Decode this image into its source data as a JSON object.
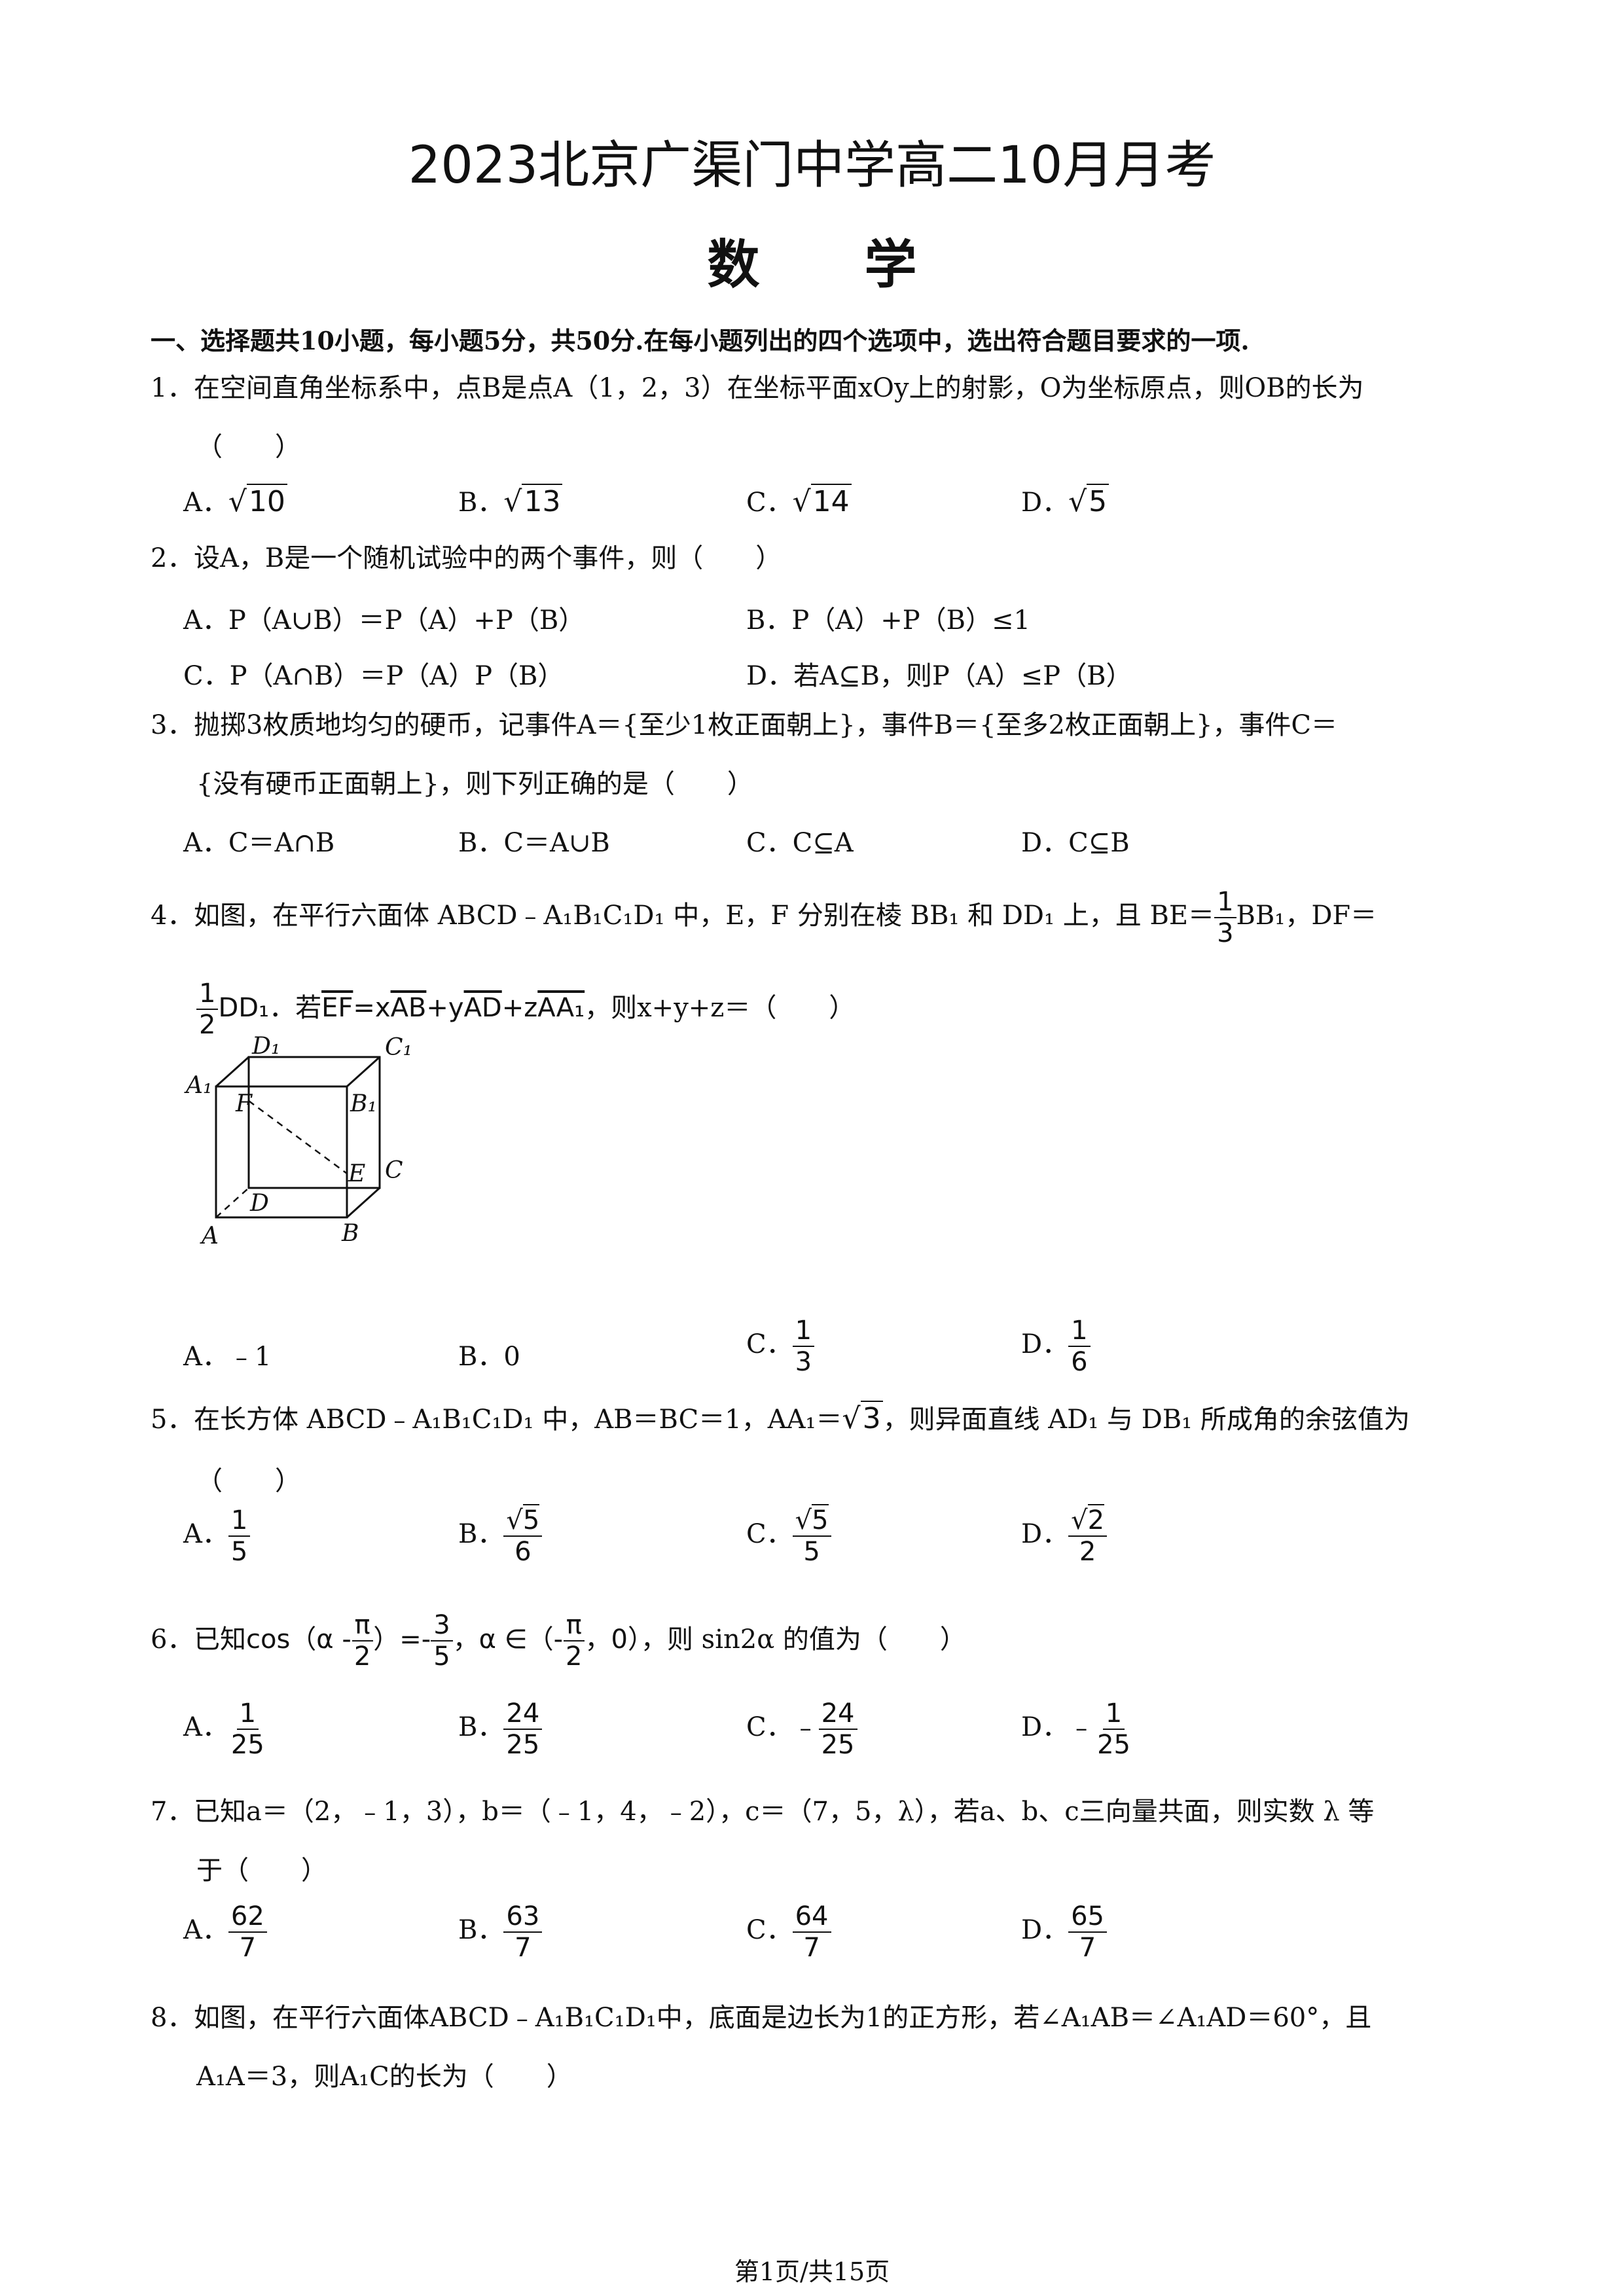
{
  "header": {
    "title": "2023北京广渠门中学高二10月月考",
    "subject": "数　　学"
  },
  "section1": {
    "heading": "一、选择题共10小题，每小题5分，共50分.在每小题列出的四个选项中，选出符合题目要求的一项."
  },
  "q1": {
    "num": "1．",
    "line1": "在空间直角坐标系中，点B是点A（1，2，3）在坐标平面xOy上的射影，O为坐标原点，则OB的长为",
    "line2": "（　　）",
    "options": {
      "A_label": "A．",
      "A_rad": "10",
      "B_label": "B．",
      "B_rad": "13",
      "C_label": "C．",
      "C_rad": "14",
      "D_label": "D．",
      "D_rad": "5"
    }
  },
  "q2": {
    "num": "2．",
    "line1": "设A，B是一个随机试验中的两个事件，则（　　）",
    "A": "A．P（A∪B）＝P（A）+P（B）",
    "B": "B．P（A）+P（B）≤1",
    "C": "C．P（A∩B）＝P（A）P（B）",
    "D": "D．若A⊆B，则P（A）≤P（B）"
  },
  "q3": {
    "num": "3．",
    "line1": "抛掷3枚质地均匀的硬币，记事件A＝{至少1枚正面朝上}，事件B＝{至多2枚正面朝上}，事件C＝",
    "line2": "{没有硬币正面朝上}，则下列正确的是（　　）",
    "A": "A．C＝A∩B",
    "B": "B．C＝A∪B",
    "C": "C．C⊆A",
    "D": "D．C⊆B"
  },
  "q4": {
    "num": "4．",
    "line1_a": "如图，在平行六面体 ABCD﹣A₁B₁C₁D₁ 中，E，F 分别在棱 BB₁ 和 DD₁ 上，且 BE＝",
    "line1_frac_n": "1",
    "line1_frac_d": "3",
    "line1_b": "BB₁，DF＝",
    "line2_frac_n": "1",
    "line2_frac_d": "2",
    "line2_a": "DD₁．若",
    "vec_ef": "EF",
    "line2_eq": "=x",
    "vec_ab": "AB",
    "plus_y": "+y",
    "vec_ad": "AD",
    "plus_z": "+z",
    "vec_aa1": "AA₁",
    "line2_b": "，则x+y+z＝（　　）",
    "figure_labels": {
      "D1": "D₁",
      "C1": "C₁",
      "A1": "A₁",
      "B1": "B₁",
      "F": "F",
      "E": "E",
      "C": "C",
      "D": "D",
      "A": "A",
      "B": "B"
    },
    "A": "A．﹣1",
    "B": "B．0",
    "C_label": "C．",
    "C_n": "1",
    "C_d": "3",
    "D_label": "D．",
    "D_n": "1",
    "D_d": "6"
  },
  "q5": {
    "num": "5．",
    "line1_a": "在长方体 ABCD﹣A₁B₁C₁D₁ 中，AB＝BC＝1，AA₁＝",
    "line1_rad": "3",
    "line1_b": "，则异面直线 AD₁ 与 DB₁ 所成角的余弦值为",
    "line2": "（　　）",
    "A_label": "A．",
    "A_n": "1",
    "A_d": "5",
    "B_label": "B．",
    "B_rad": "5",
    "B_d": "6",
    "C_label": "C．",
    "C_rad": "5",
    "C_d": "5",
    "D_label": "D．",
    "D_rad": "2",
    "D_d": "2"
  },
  "q6": {
    "num": "6．",
    "pre": "已知",
    "cos_a": "cos（α -",
    "pi1_n": "π",
    "pi1_d": "2",
    "cos_b": "）=-",
    "v_n": "3",
    "v_d": "5",
    "alpha_a": "，α ∈（-",
    "pi2_n": "π",
    "pi2_d": "2",
    "alpha_b": "，0）",
    "post": "，则 sin2α 的值为（　　）",
    "A_label": "A．",
    "A_n": "1",
    "A_d": "25",
    "B_label": "B．",
    "B_n": "24",
    "B_d": "25",
    "C_label": "C．﹣",
    "C_n": "24",
    "C_d": "25",
    "D_label": "D．﹣",
    "D_n": "1",
    "D_d": "25"
  },
  "q7": {
    "num": "7．",
    "line1": "已知a＝（2，﹣1，3），b＝（﹣1，4，﹣2），c＝（7，5，λ），若a、b、c三向量共面，则实数 λ 等",
    "line2": "于（　　）",
    "A_label": "A．",
    "A_n": "62",
    "A_d": "7",
    "B_label": "B．",
    "B_n": "63",
    "B_d": "7",
    "C_label": "C．",
    "C_n": "64",
    "C_d": "7",
    "D_label": "D．",
    "D_n": "65",
    "D_d": "7"
  },
  "q8": {
    "num": "8．",
    "line1": "如图，在平行六面体ABCD﹣A₁B₁C₁D₁中，底面是边长为1的正方形，若∠A₁AB＝∠A₁AD＝60°，且",
    "line2": "A₁A＝3，则A₁C的长为（　　）"
  },
  "footer": {
    "page": "第1页/共15页"
  }
}
